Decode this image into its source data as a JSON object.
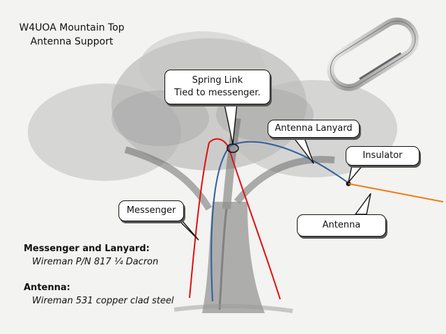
{
  "title": {
    "line1": "W4UOA Mountain Top",
    "line2": "Antenna Support"
  },
  "callouts": {
    "spring_link": {
      "line1": "Spring Link",
      "line2": "Tied to messenger."
    },
    "antenna_lanyard": "Antenna Lanyard",
    "insulator": "Insulator",
    "messenger": "Messenger",
    "antenna": "Antenna"
  },
  "notes": {
    "messenger_heading": "Messenger and Lanyard:",
    "messenger_value": "Wireman P/N 817 ¼ Dacron",
    "antenna_heading": "Antenna:",
    "antenna_value": "Wireman 531 copper clad steel"
  },
  "colors": {
    "messenger_line": "#e01010",
    "lanyard_line": "#2f5f9e",
    "antenna_line": "#f07a10"
  },
  "icons": [
    "tree-drawing",
    "carabiner-icon"
  ]
}
